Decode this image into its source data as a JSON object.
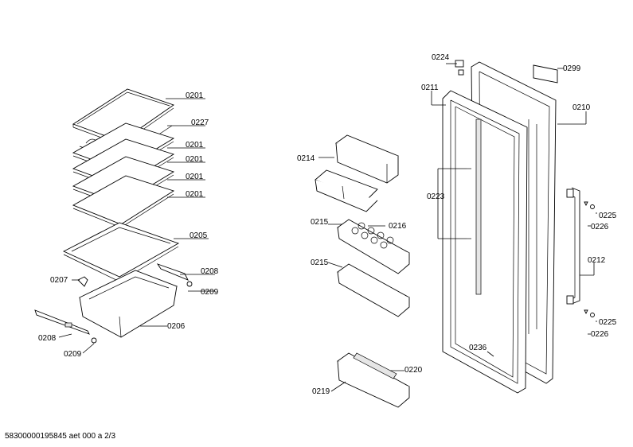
{
  "labels": {
    "l0201a": "0201",
    "l0227": "0227",
    "l0201b": "0201",
    "l0201c": "0201",
    "l0201d": "0201",
    "l0205": "0205",
    "l0208a": "0208",
    "l0207": "0207",
    "l0209a": "0209",
    "l0206": "0206",
    "l0208b": "0208",
    "l0209b": "0209",
    "l0214": "0214",
    "l0215a": "0215",
    "l0216": "0216",
    "l0215b": "0215",
    "l0220": "0220",
    "l0219": "0219",
    "l0224": "0224",
    "l0211": "0211",
    "l0299": "0299",
    "l0210": "0210",
    "l0223": "0223",
    "l0225a": "0225",
    "l0226a": "0226",
    "l0212": "0212",
    "l0225b": "0225",
    "l0226b": "0226",
    "l0236": "0236"
  },
  "footer": "58300000195845 aet 000 a 2/3"
}
